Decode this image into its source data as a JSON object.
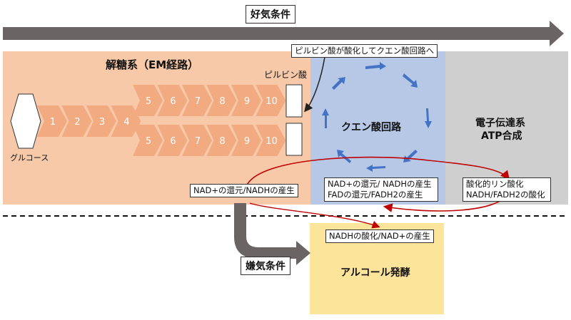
{
  "aerobic_label": "好気条件",
  "anaerobic_label": "嫌気条件",
  "glycolysis": {
    "title": "解糖系（EM経路）",
    "glucose": "グルコース",
    "pyruvate": "ピルビン酸",
    "steps_first": [
      "1",
      "2",
      "3",
      "4"
    ],
    "steps_row_top": [
      "5",
      "6",
      "7",
      "8",
      "9",
      "10"
    ],
    "steps_row_bottom": [
      "5",
      "6",
      "7",
      "8",
      "9",
      "10"
    ],
    "nad_note": "NAD+の還元/NADHの産生"
  },
  "pyruvate_note": "ピルビン酸が酸化してクエン酸回路へ",
  "tca": {
    "title": "クエン酸回路",
    "note_line1": "NAD+の還元/ NADHの産生",
    "note_line2": "FADの還元/FADH2の産生"
  },
  "etc": {
    "title_line1": "電子伝達系",
    "title_line2": "ATP合成",
    "note_line1": "酸化的リン酸化",
    "note_line2": "NADH/FADH2の酸化"
  },
  "fermentation": {
    "title": "アルコール発酵",
    "note": "NADHの酸化/NAD+の産生"
  },
  "colors": {
    "glycolysis_bg": "#f8c9a9",
    "tca_bg": "#b6c8e6",
    "etc_bg": "#cfcfcf",
    "fermentation_bg": "#fce49a",
    "step_arrow": "#f2aa80",
    "top_arrow": "#6b6464",
    "cycle_arrow": "#4472c4",
    "red_line": "#c00000"
  }
}
